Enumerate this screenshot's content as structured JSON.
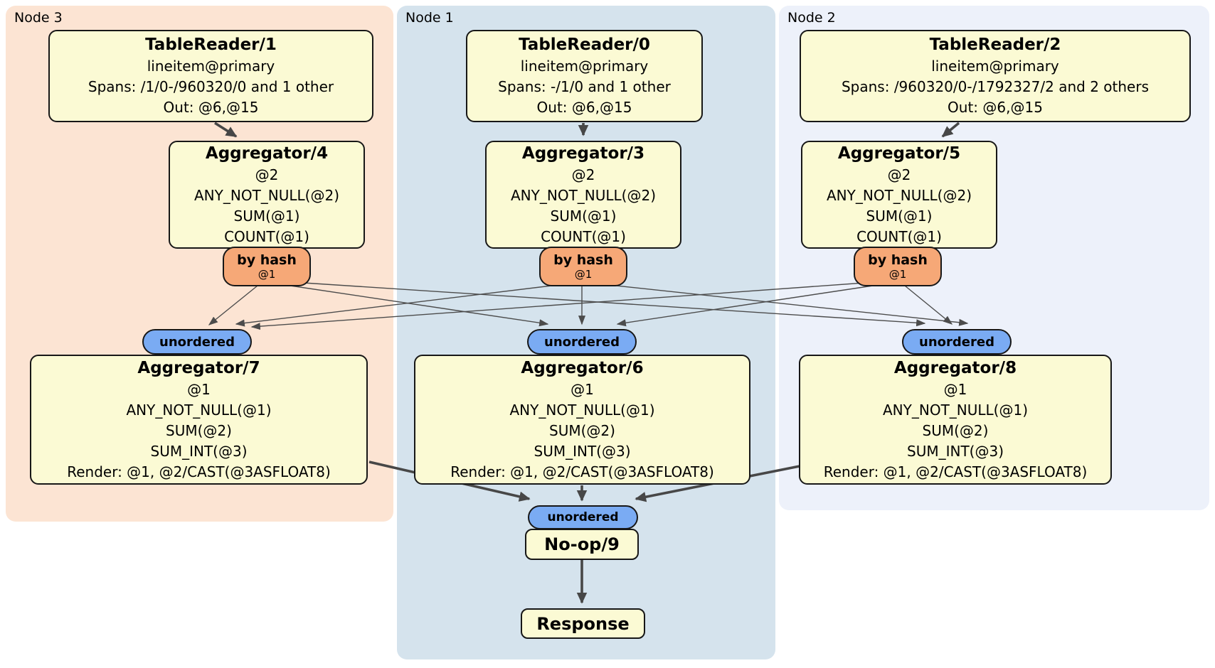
{
  "diagram": {
    "regions": {
      "node3": {
        "label": "Node 3"
      },
      "node1": {
        "label": "Node 1"
      },
      "node2": {
        "label": "Node 2"
      }
    },
    "nodes": {
      "tr1": {
        "title": "TableReader/1",
        "lines": [
          "lineitem@primary",
          "Spans: /1/0-/960320/0 and 1 other",
          "Out: @6,@15"
        ]
      },
      "tr0": {
        "title": "TableReader/0",
        "lines": [
          "lineitem@primary",
          "Spans: -/1/0 and 1 other",
          "Out: @6,@15"
        ]
      },
      "tr2": {
        "title": "TableReader/2",
        "lines": [
          "lineitem@primary",
          "Spans: /960320/0-/1792327/2 and 2 others",
          "Out: @6,@15"
        ]
      },
      "agg4": {
        "title": "Aggregator/4",
        "lines": [
          "@2",
          "ANY_NOT_NULL(@2)",
          "SUM(@1)",
          "COUNT(@1)"
        ]
      },
      "agg3": {
        "title": "Aggregator/3",
        "lines": [
          "@2",
          "ANY_NOT_NULL(@2)",
          "SUM(@1)",
          "COUNT(@1)"
        ]
      },
      "agg5": {
        "title": "Aggregator/5",
        "lines": [
          "@2",
          "ANY_NOT_NULL(@2)",
          "SUM(@1)",
          "COUNT(@1)"
        ]
      },
      "agg7": {
        "title": "Aggregator/7",
        "lines": [
          "@1",
          "ANY_NOT_NULL(@1)",
          "SUM(@2)",
          "SUM_INT(@3)",
          "Render: @1, @2/CAST(@3ASFLOAT8)"
        ]
      },
      "agg6": {
        "title": "Aggregator/6",
        "lines": [
          "@1",
          "ANY_NOT_NULL(@1)",
          "SUM(@2)",
          "SUM_INT(@3)",
          "Render: @1, @2/CAST(@3ASFLOAT8)"
        ]
      },
      "agg8": {
        "title": "Aggregator/8",
        "lines": [
          "@1",
          "ANY_NOT_NULL(@1)",
          "SUM(@2)",
          "SUM_INT(@3)",
          "Render: @1, @2/CAST(@3ASFLOAT8)"
        ]
      },
      "noop": {
        "title": "No-op/9"
      },
      "response": {
        "title": "Response"
      }
    },
    "router": {
      "label": "by hash",
      "detail": "@1"
    },
    "sync": {
      "label": "unordered"
    },
    "colors": {
      "node3_bg": "#fce4d3",
      "node1_bg": "#d5e3ed",
      "node2_bg": "#edf1fa",
      "plan_node_fill": "#fbfad4",
      "router_fill": "#f6a877",
      "sync_fill": "#7aabf3",
      "edge": "#474747",
      "border": "#171717"
    }
  }
}
